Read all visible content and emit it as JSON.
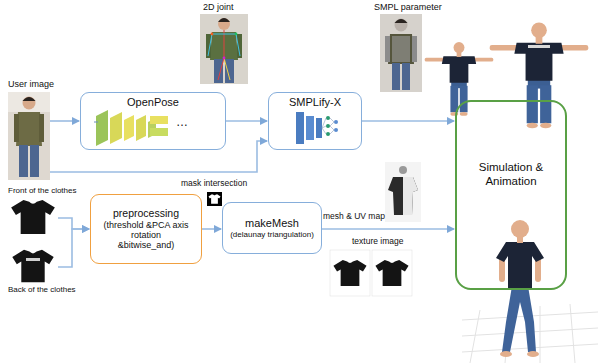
{
  "diagram": {
    "nodes": [
      {
        "text": [
          "User image"
        ]
      },
      {
        "text": [
          "OpenPose"
        ]
      },
      {
        "text": [
          "SMPLify-X"
        ]
      },
      {
        "text": [
          "Simulation & Animation"
        ]
      },
      {
        "text": [
          "Front of the clothes"
        ]
      },
      {
        "text": [
          "Back of the clothes"
        ]
      },
      {
        "text": [
          "preprocessing",
          "(threshold &PCA axis rotation &bitwise_and)"
        ]
      },
      {
        "text": [
          "makeMesh",
          "(delaunay triangulation)"
        ]
      }
    ],
    "edges": [
      {
        "from": 0,
        "to": 1,
        "arrow": "to"
      },
      {
        "from": 1,
        "to": 2,
        "arrow": "to"
      },
      {
        "from": 0,
        "to": 2,
        "arrow": "to"
      },
      {
        "from": 2,
        "to": 3,
        "arrow": "to"
      },
      {
        "from": 4,
        "to": 6,
        "arrow": "to"
      },
      {
        "from": 5,
        "to": 6,
        "arrow": "to"
      },
      {
        "from": 6,
        "to": 7,
        "arrow": "to"
      },
      {
        "from": 7,
        "to": 3,
        "arrow": "to"
      }
    ],
    "labels": [
      "2D joint",
      "SMPL parameter",
      "…",
      "mask intersection",
      "mesh & UV map",
      "texture image"
    ]
  }
}
